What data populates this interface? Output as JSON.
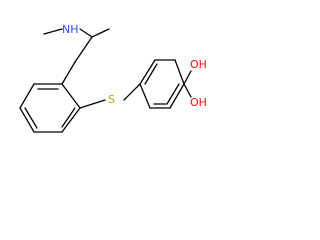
{
  "molecule": {
    "atoms": {
      "nh": {
        "label": "NH",
        "color": "#3050f8"
      },
      "s": {
        "label": "S",
        "color": "#c8a000"
      },
      "oh_top": {
        "label": "OH",
        "color": "#ff0d0d"
      },
      "oh_bottom": {
        "label": "OH",
        "color": "#ff0d0d"
      }
    },
    "bond_color": "#000000"
  }
}
